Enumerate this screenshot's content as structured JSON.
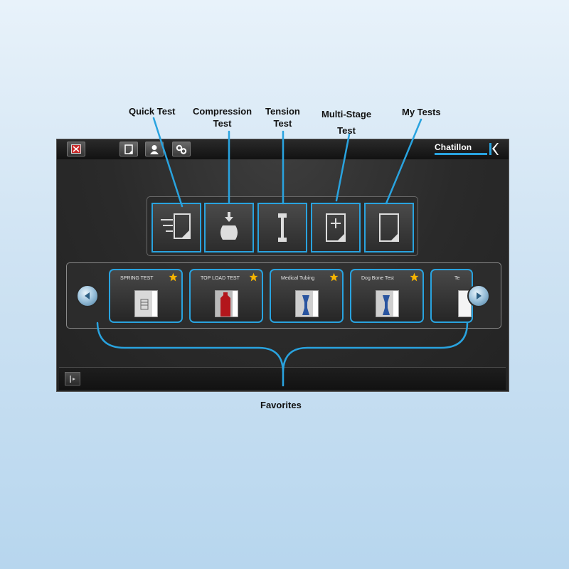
{
  "callouts": {
    "quick_test": "Quick Test",
    "compression_line1": "Compression",
    "compression_line2": "Test",
    "tension_line1": "Tension",
    "tension_line2": "Test",
    "multistage_line1": "Multi-Stage",
    "multistage_line2": "Test",
    "my_tests": "My Tests",
    "favorites": "Favorites"
  },
  "brand": {
    "name": "Chatillon"
  },
  "icons": {
    "topbar": [
      "exit-icon",
      "document-icon",
      "user-icon",
      "settings-icon"
    ],
    "tests": [
      "quick-test-icon",
      "compression-test-icon",
      "tension-test-icon",
      "multi-stage-test-icon",
      "my-tests-icon"
    ],
    "nav": [
      "left-arrow-icon",
      "right-arrow-icon"
    ],
    "bottom": [
      "menu-icon"
    ]
  },
  "favorites": [
    {
      "label": "SPRING TEST",
      "icon": "spring-thumbnail"
    },
    {
      "label": "TOP LOAD TEST",
      "icon": "bottle-thumbnail"
    },
    {
      "label": "Medical Tubing",
      "icon": "tubing-thumbnail"
    },
    {
      "label": "Dog Bone Test",
      "icon": "dogbone-thumbnail"
    },
    {
      "label": "Te",
      "icon": "partial-card"
    }
  ],
  "colors": {
    "accent": "#29a3df",
    "star": "#f5b400",
    "background_top": "#e8f2fa",
    "background_bottom": "#b7d6ee",
    "screen": "#2a2a2a"
  }
}
